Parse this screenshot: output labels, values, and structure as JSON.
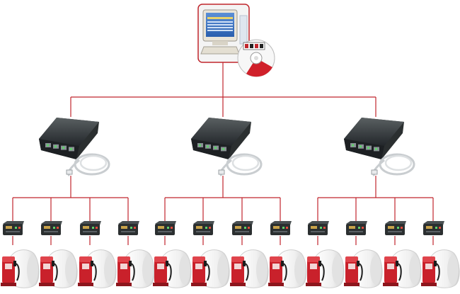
{
  "diagram": {
    "type": "network-topology",
    "colors": {
      "line": "#c0262d",
      "device_dark": "#2b2f30",
      "device_mid": "#4a5052",
      "cable": "#c9cdd0",
      "dispenser_red": "#c9212b",
      "tank_white": "#f2f2f2",
      "screen_blue": "#3c78c8",
      "cd_red": "#d0202a"
    },
    "root": {
      "icon": "computer-with-software-cd-icon"
    },
    "hubs": [
      {
        "icon": "interface-box-with-cable-icon",
        "controllers": 4
      },
      {
        "icon": "interface-box-with-cable-icon",
        "controllers": 4
      },
      {
        "icon": "interface-box-with-cable-icon",
        "controllers": 4
      }
    ],
    "controller_icon": "controller-unit-icon",
    "dispenser_icon": "fuel-dispenser-tank-icon"
  }
}
